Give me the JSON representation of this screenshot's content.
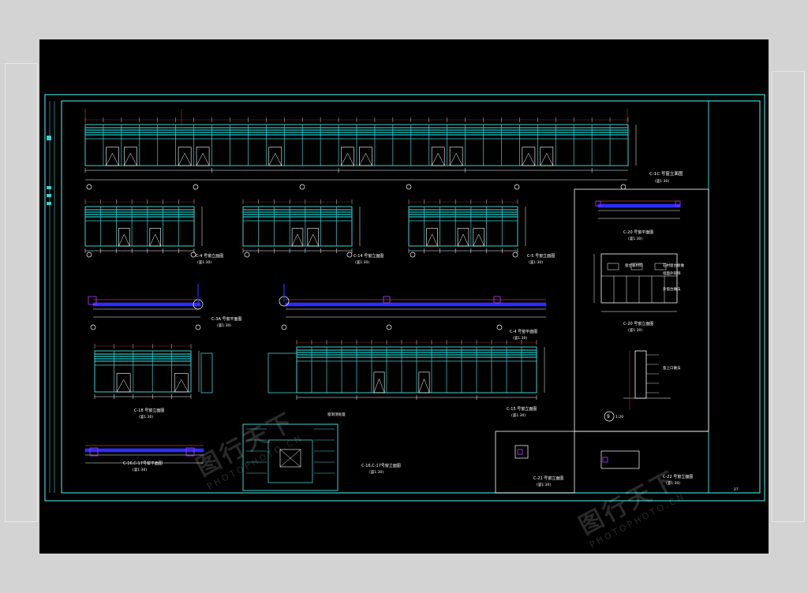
{
  "drawing": {
    "colors": {
      "background": "#000000",
      "frame": "#3fd0d0",
      "glazing": "#20c8c8",
      "white": "#ffffff",
      "dim_red": "#c0392b",
      "plan_blue": "#2d2dff",
      "magenta": "#b040ff"
    },
    "labels": {
      "elev_main": "C-1C 号窗立面图",
      "scale_1": "(竖1:30)",
      "elev_a": "C-4 号窗立面图",
      "scale_a": "(竖1:30)",
      "elev_b": "C-14 号窗立面图",
      "scale_b": "(竖1:30)",
      "elev_c": "C-5 号窗立面图",
      "scale_c": "(竖1:30)",
      "plan_left": "C-3A 号窗平面图",
      "scale_pl": "(竖1:30)",
      "plan_mid": "C-4 号窗平面图",
      "scale_pm": "(竖1:30)",
      "elev_d": "C-18 号窗立面图",
      "scale_d": "(竖1:30)",
      "elev_e": "C-15 号窗立面图",
      "scale_e": "(竖1:30)",
      "plan_bottom": "C-16,C-17号窗平面图",
      "scale_pb": "(竖1:30)",
      "elev_center": "C-16,C-17号窗立面图",
      "scale_center": "(竖1:30)",
      "right_plan": "C-20 号窗平面图",
      "scale_rp": "(竖1:30)",
      "right_elev": "C-20 号窗立面图",
      "scale_re": "(竖1:30)",
      "right_small": "C-21 号窗立面图",
      "scale_rs": "(竖1:30)",
      "right_small2": "C-22 号窗立面图",
      "scale_rs2": "(竖1:30)",
      "detail_no": "9",
      "detail_scale": "1:20",
      "sheet_no": "27"
    },
    "notes": [
      "窗台板材料",
      "石材窗台板做",
      "墙面外装饰",
      "外窗台做法",
      "窗上口做法",
      "窗洞顶处理"
    ],
    "watermark": {
      "mark": "图行天下",
      "site": "PHOTOPHOTO.CN"
    }
  }
}
